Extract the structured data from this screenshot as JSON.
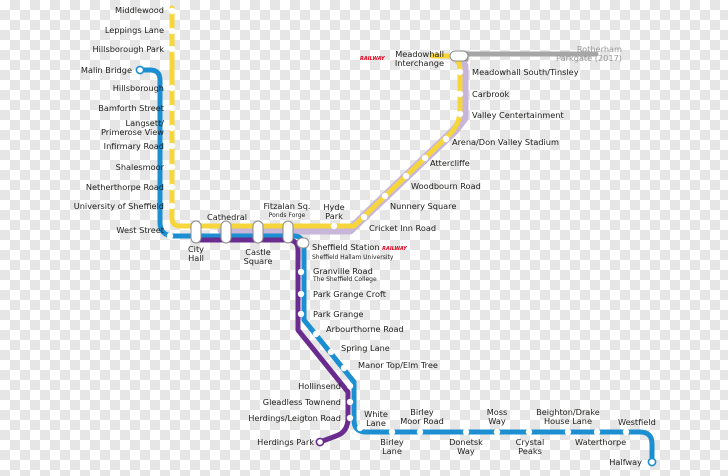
{
  "colors": {
    "yellow": "#f7d63b",
    "blue": "#1b8fd2",
    "purple": "#6b2c8f",
    "lavender": "#c7b6d9",
    "grey": "#a6a6a6",
    "railway_red": "#e2001a"
  },
  "lines": {
    "yellow": "yellow-route",
    "blue": "blue-route",
    "purple": "purple-route",
    "tram_train": "tram-train-route",
    "rotherham": "rotherham-extension"
  },
  "stations": {
    "middlewood": "Middlewood",
    "leppings_lane": "Leppings Lane",
    "hillsborough_park": "Hillsborough Park",
    "malin_bridge": "Malin Bridge",
    "hillsborough": "Hillsborough",
    "bamforth_street": "Bamforth Street",
    "langsett_1": "Langsett/",
    "langsett_2": "Primerose View",
    "infirmary_road": "Infirmary Road",
    "shalesmoor": "Shalesmoor",
    "netherthorpe_road": "Netherthorpe Road",
    "university": "University of Sheffield",
    "west_street": "West Street",
    "city_hall_1": "City",
    "city_hall_2": "Hall",
    "cathedral": "Cathedral",
    "castle_square_1": "Castle",
    "castle_square_2": "Square",
    "fitzalan_1": "Fitzalan Sq.",
    "fitzalan_2": "Ponds Forge",
    "hyde_park_1": "Hyde",
    "hyde_park_2": "Park",
    "sheffield_station_1": "Sheffield Station",
    "sheffield_station_2": "Sheffield Hallam University",
    "granville_1": "Granville Road",
    "granville_2": "The Sheffield College",
    "park_grange_croft": "Park Grange Croft",
    "park_grange": "Park Grange",
    "arbourthorne_road": "Arbourthorne Road",
    "spring_lane": "Spring Lane",
    "manor_top": "Manor Top/Elm Tree",
    "hollinsend": "Hollinsend",
    "gleadless_townend": "Gleadless Townend",
    "herdings_leighton": "Herdings/Leigton Road",
    "herdings_park": "Herdings Park",
    "white_lane_1": "White",
    "white_lane_2": "Lane",
    "birley_lane_1": "Birley",
    "birley_lane_2": "Lane",
    "birley_moor_1": "Birley",
    "birley_moor_2": "Moor Road",
    "donetsk_1": "Donetsk",
    "donetsk_2": "Way",
    "moss_way_1": "Moss",
    "moss_way_2": "Way",
    "crystal_peaks_1": "Crystal",
    "crystal_peaks_2": "Peaks",
    "beighton_1": "Beighton/Drake",
    "beighton_2": "House Lane",
    "waterthorpe": "Waterthorpe",
    "westfield": "Westfield",
    "halfway": "Halfway",
    "cricket_inn": "Cricket Inn Road",
    "nunnery_square": "Nunnery Square",
    "woodbourn_road": "Woodbourn Road",
    "attercliffe": "Attercliffe",
    "arena": "Arena/Don Valley Stadium",
    "valley_centertainment": "Valley Centertainment",
    "carbrook": "Carbrook",
    "meadowhall_south": "Meadowhall South/Tinsley",
    "meadowhall_1": "Meadowhall",
    "meadowhall_2": "Interchange",
    "rotherham_1": "Rotherham",
    "rotherham_2": "Parkgate (2017)"
  },
  "railway_badges": {
    "sheffield": "RAILWAY",
    "meadowhall": "RAILWAY"
  }
}
